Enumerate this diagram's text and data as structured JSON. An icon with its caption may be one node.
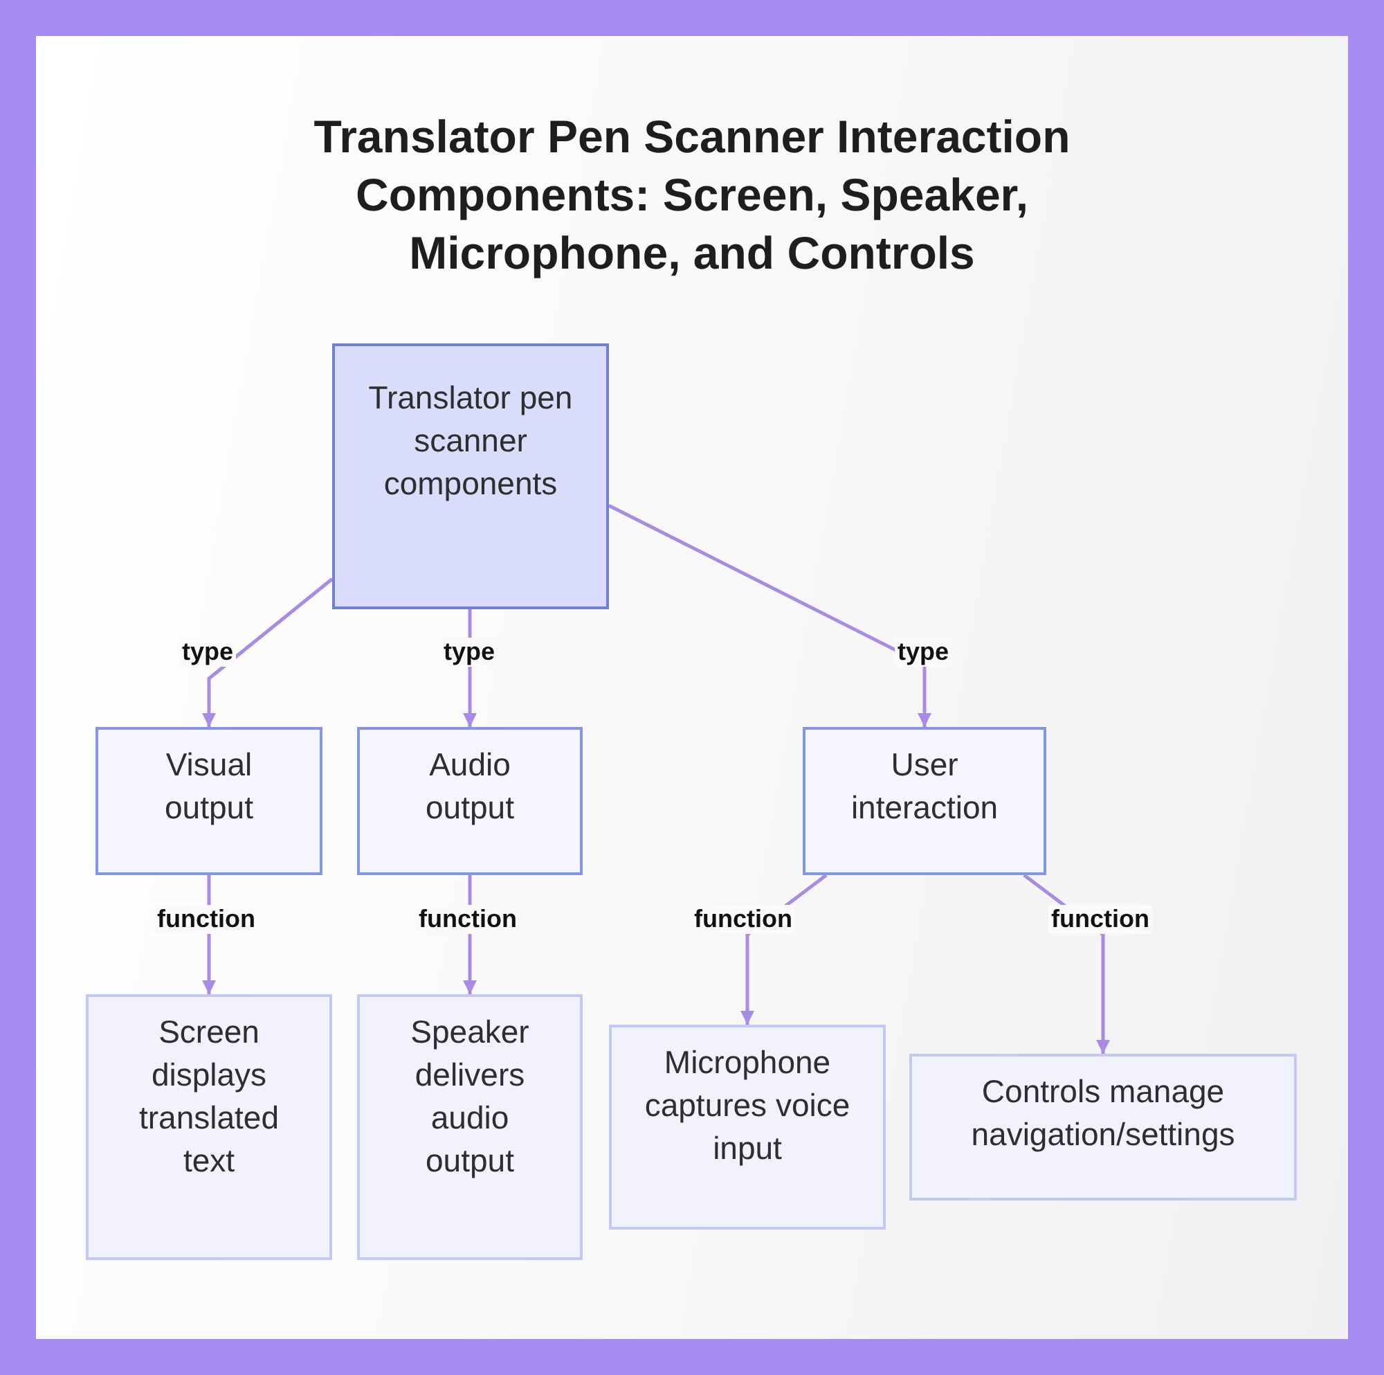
{
  "diagram": {
    "title": "Translator Pen Scanner Interaction Components: Screen, Speaker, Microphone, and Controls",
    "nodes": [
      {
        "text": [
          "Translator pen scanner components"
        ]
      },
      {
        "text": [
          "Visual output"
        ]
      },
      {
        "text": [
          "Audio output"
        ]
      },
      {
        "text": [
          "User interaction"
        ]
      },
      {
        "text": [
          "Screen displays translated text"
        ]
      },
      {
        "text": [
          "Speaker delivers audio output"
        ]
      },
      {
        "text": [
          "Microphone captures voice input"
        ]
      },
      {
        "text": [
          "Controls manage navigation/settings"
        ]
      }
    ],
    "edges": [
      {
        "from": 0,
        "to": 1,
        "arrow": "to",
        "label": "type"
      },
      {
        "from": 0,
        "to": 2,
        "arrow": "to",
        "label": "type"
      },
      {
        "from": 0,
        "to": 3,
        "arrow": "to",
        "label": "type"
      },
      {
        "from": 1,
        "to": 4,
        "arrow": "to",
        "label": "function"
      },
      {
        "from": 2,
        "to": 5,
        "arrow": "to",
        "label": "function"
      },
      {
        "from": 3,
        "to": 6,
        "arrow": "to",
        "label": "function"
      },
      {
        "from": 3,
        "to": 7,
        "arrow": "to",
        "label": "function"
      }
    ]
  }
}
